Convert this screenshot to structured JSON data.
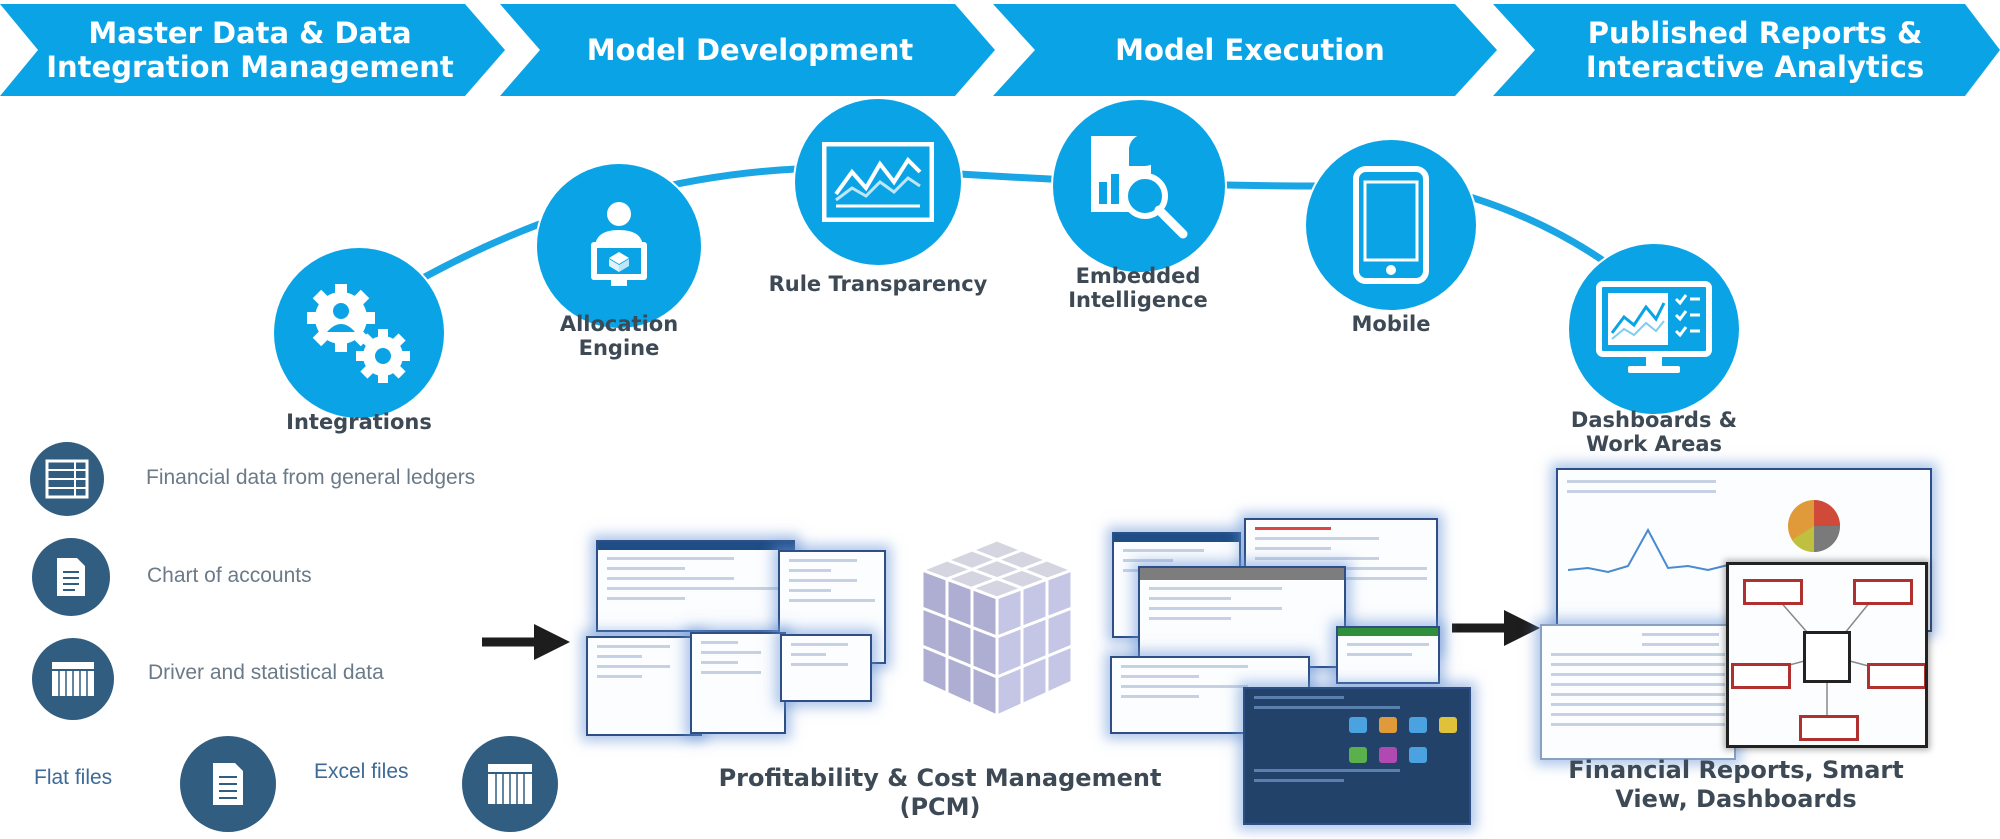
{
  "stages": [
    {
      "lines": [
        "Master Data & Data",
        "Integration Management"
      ]
    },
    {
      "lines": [
        "Model Development"
      ]
    },
    {
      "lines": [
        "Model Execution"
      ]
    },
    {
      "lines": [
        "Published Reports &",
        "Interactive Analytics"
      ]
    }
  ],
  "capabilities": [
    {
      "icon": "gears-user-icon",
      "lines": [
        "Integrations"
      ]
    },
    {
      "icon": "allocation-engine-icon",
      "lines": [
        "Allocation",
        "Engine"
      ]
    },
    {
      "icon": "line-chart-icon",
      "lines": [
        "Rule Transparency"
      ]
    },
    {
      "icon": "report-magnifier-icon",
      "lines": [
        "Embedded",
        "Intelligence"
      ]
    },
    {
      "icon": "tablet-icon",
      "lines": [
        "Mobile"
      ]
    },
    {
      "icon": "monitor-dashboard-icon",
      "lines": [
        "Dashboards &",
        "Work Areas"
      ]
    }
  ],
  "sources": [
    {
      "icon": "ledger-icon",
      "label": "Financial data from general ledgers"
    },
    {
      "icon": "document-icon",
      "label": "Chart of accounts"
    },
    {
      "icon": "spreadsheet-icon",
      "label": "Driver and statistical data"
    }
  ],
  "file_types": [
    {
      "icon": "flat-file-icon",
      "label": "Flat files"
    },
    {
      "icon": "excel-file-icon",
      "label": "Excel files"
    }
  ],
  "pcm": {
    "lines": [
      "Profitability & Cost Management",
      "(PCM)"
    ]
  },
  "reports": {
    "lines": [
      "Financial Reports, Smart",
      "View, Dashboards"
    ]
  },
  "colors": {
    "accent": "#0aa4e6",
    "navy": "#315d80",
    "text": "#3d4a55",
    "arc": "#1aa6e5"
  }
}
